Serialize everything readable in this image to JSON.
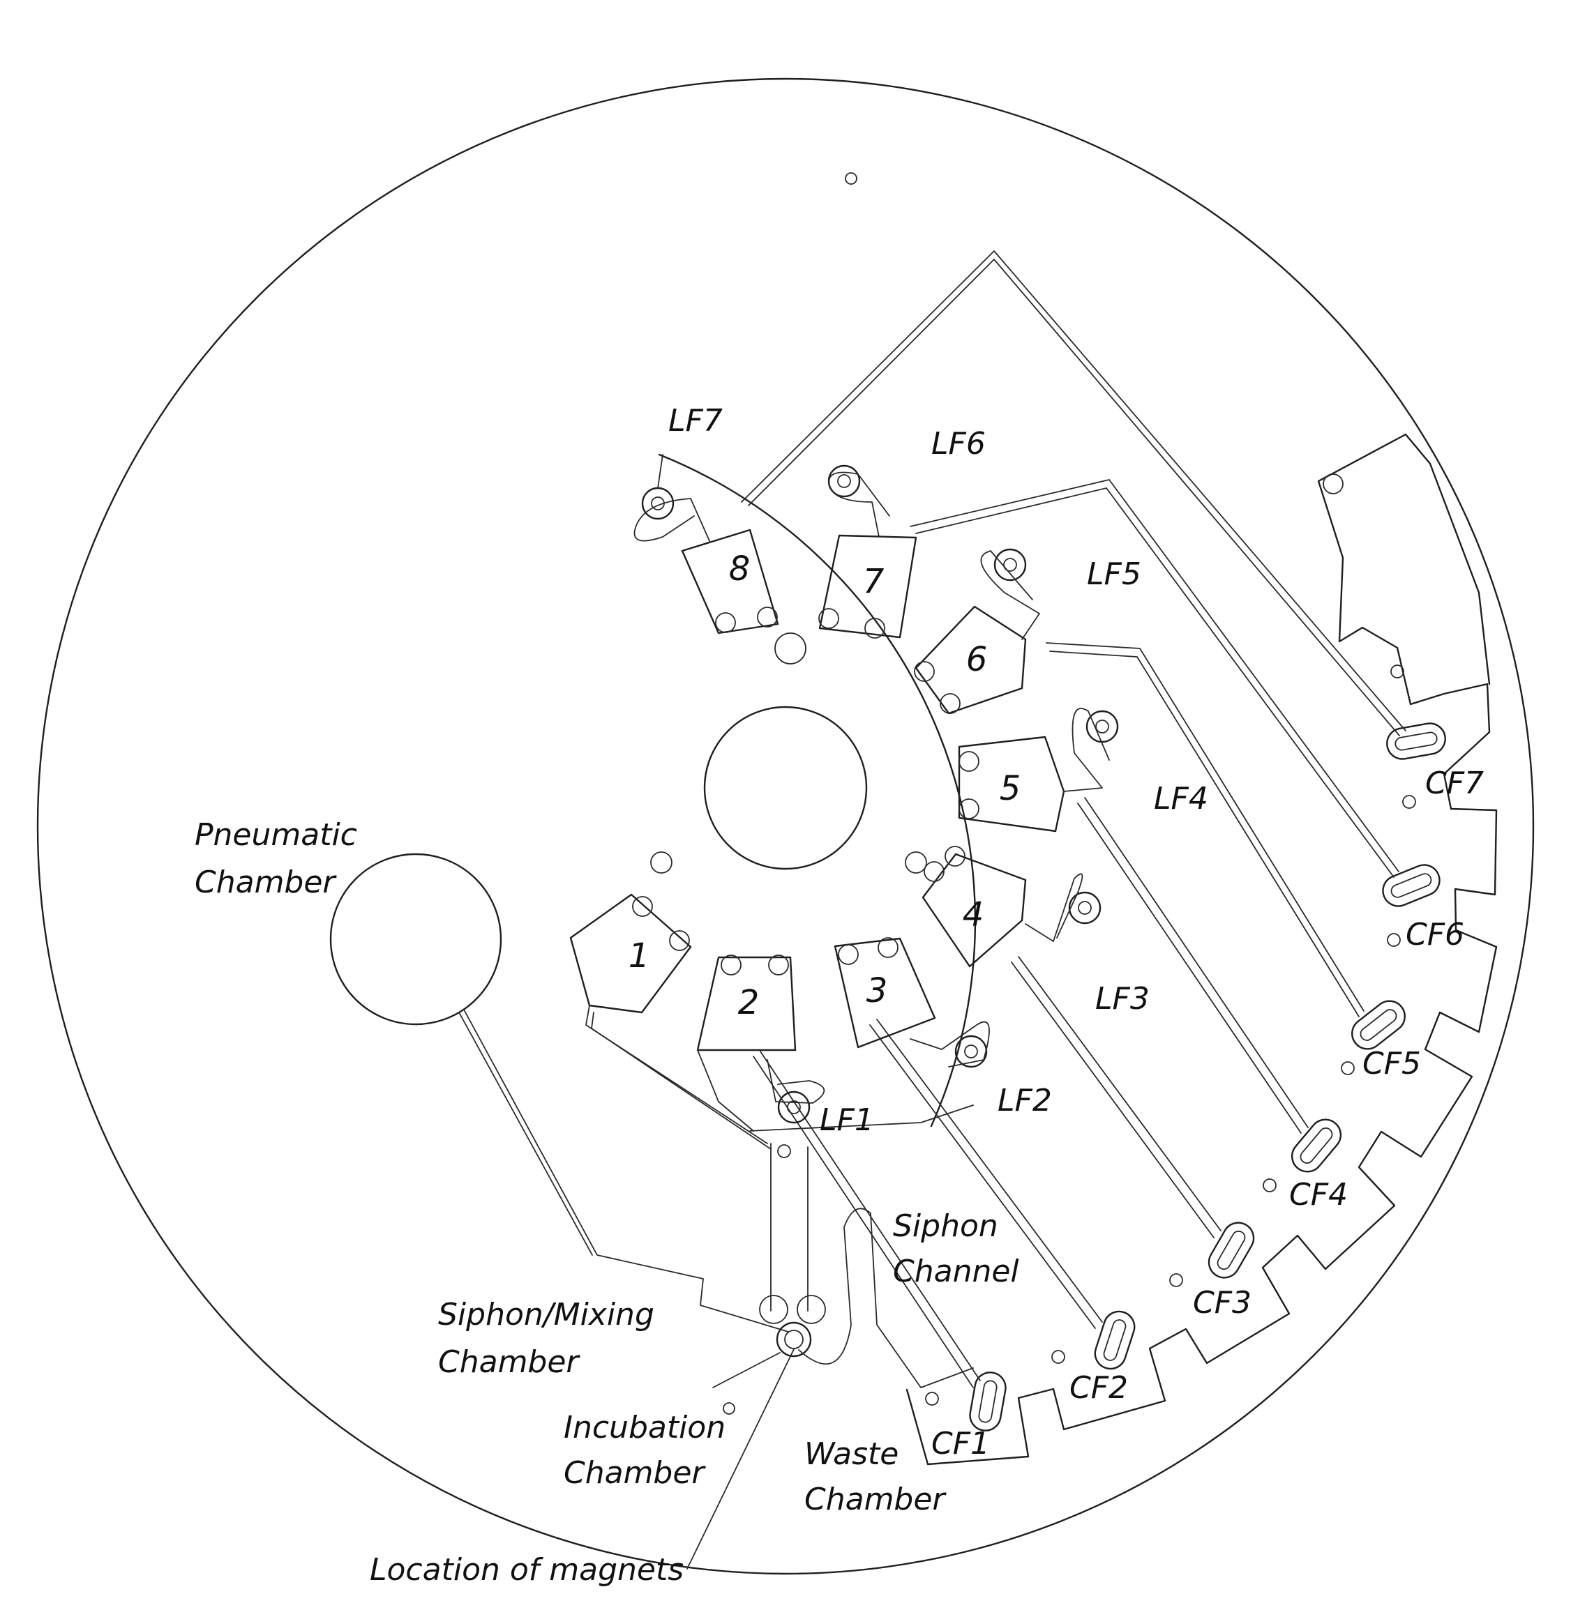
{
  "labels": {
    "pneumatic_chamber": [
      "Pneumatic",
      "Chamber"
    ],
    "siphon_channel": [
      "Siphon",
      "Channel"
    ],
    "siphon_mixing_chamber": [
      "Siphon/Mixing",
      "Chamber"
    ],
    "incubation_chamber": [
      "Incubation",
      "Chamber"
    ],
    "waste_chamber": [
      "Waste",
      "Chamber"
    ],
    "location_of_magnets": "Location of magnets"
  },
  "chambers": [
    "1",
    "2",
    "3",
    "4",
    "5",
    "6",
    "7",
    "8"
  ],
  "lf_valves": [
    "LF1",
    "LF2",
    "LF3",
    "LF4",
    "LF5",
    "LF6",
    "LF7"
  ],
  "cf_valves": [
    "CF1",
    "CF2",
    "CF3",
    "CF4",
    "CF5",
    "CF6",
    "CF7"
  ]
}
